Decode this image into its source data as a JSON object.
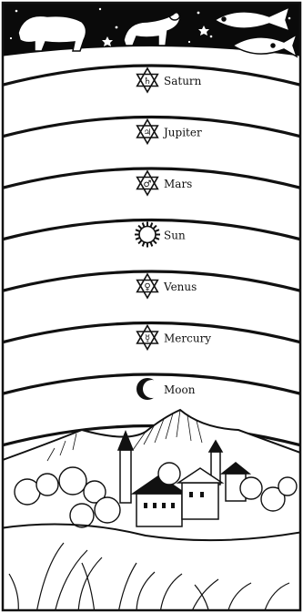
{
  "colors": {
    "ink": "#111111",
    "paper": "#ffffff",
    "sky": "#0a0a0a"
  },
  "zodiac": [
    {
      "name": "taurus-bull-icon"
    },
    {
      "name": "aries-ram-icon"
    },
    {
      "name": "pisces-fish-icon"
    }
  ],
  "spheres": [
    {
      "id": "saturn",
      "label": "Saturn",
      "symbol": "♄",
      "icon": "star-of-david-icon"
    },
    {
      "id": "jupiter",
      "label": "Jupiter",
      "symbol": "♃",
      "icon": "star-of-david-icon"
    },
    {
      "id": "mars",
      "label": "Mars",
      "symbol": "♂",
      "icon": "star-of-david-icon"
    },
    {
      "id": "sun",
      "label": "Sun",
      "symbol": "",
      "icon": "sun-icon"
    },
    {
      "id": "venus",
      "label": "Venus",
      "symbol": "♀",
      "icon": "star-of-david-icon"
    },
    {
      "id": "mercury",
      "label": "Mercury",
      "symbol": "☿",
      "icon": "star-of-david-icon"
    },
    {
      "id": "moon",
      "label": "Moon",
      "symbol": "",
      "icon": "crescent-moon-icon"
    }
  ]
}
